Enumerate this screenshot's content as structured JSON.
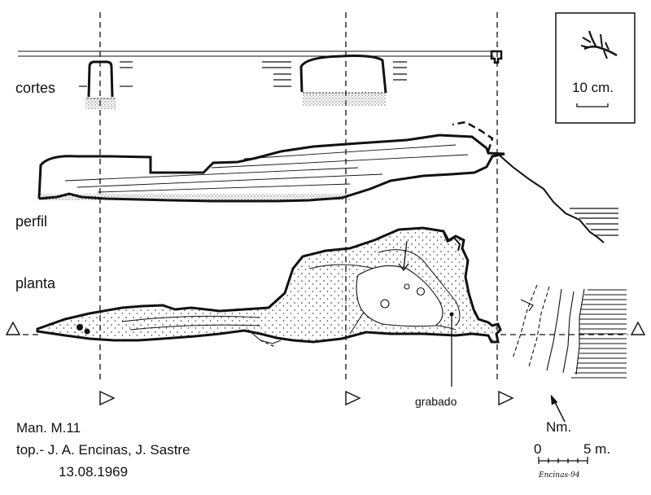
{
  "labels": {
    "cortes": "cortes",
    "perfil": "perfil",
    "planta": "planta",
    "grabado": "grabado"
  },
  "scales": {
    "detail_scale": "10 cm.",
    "north": "Nm.",
    "scale_zero": "0",
    "scale_five": "5 m."
  },
  "credits": {
    "site": "Man. M.11",
    "topography": "top.- J. A. Encinas, J. Sastre",
    "date": "13.08.1969",
    "signature": "Encinas-94"
  }
}
